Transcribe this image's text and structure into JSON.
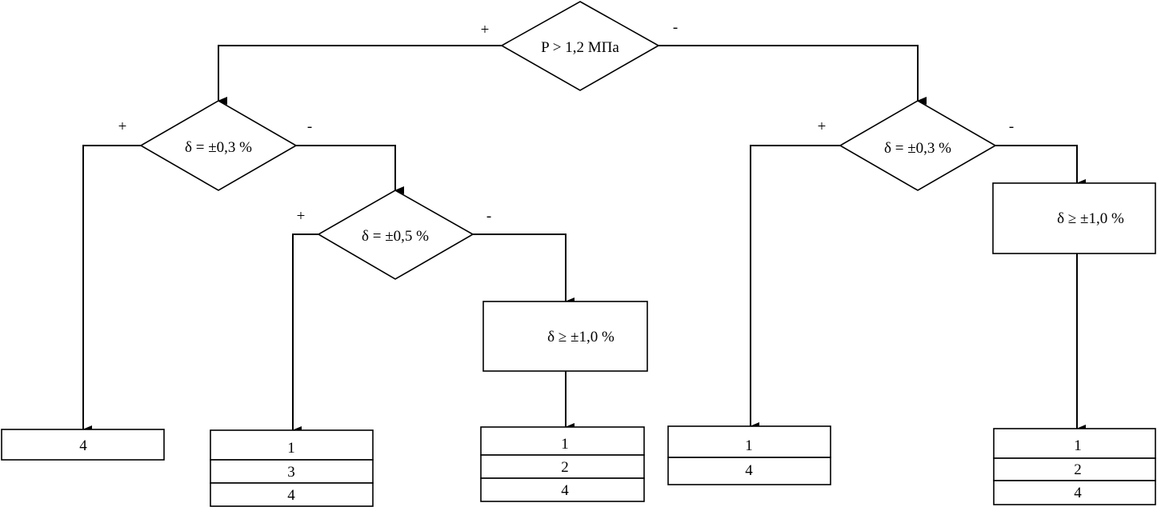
{
  "decisions": {
    "root": {
      "label": "P > 1,2 МПа",
      "yes": "+",
      "no": "-"
    },
    "left_d03": {
      "label": "δ = ±0,3 %",
      "yes": "+",
      "no": "-"
    },
    "left_d05": {
      "label": "δ = ±0,5 %",
      "yes": "+",
      "no": "-"
    },
    "right_d03": {
      "label": "δ = ±0,3 %",
      "yes": "+",
      "no": "-"
    }
  },
  "process": {
    "mid": {
      "label": "δ ≥ ±1,0 %"
    },
    "right": {
      "label": "δ ≥ ±1,0 %"
    }
  },
  "outcomes": {
    "o1": [
      "4"
    ],
    "o2": [
      "1",
      "3",
      "4"
    ],
    "o3": [
      "1",
      "2",
      "4"
    ],
    "o4": [
      "1",
      "4"
    ],
    "o5": [
      "1",
      "2",
      "4"
    ]
  }
}
